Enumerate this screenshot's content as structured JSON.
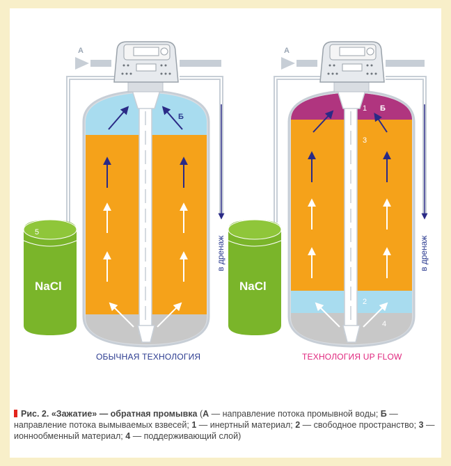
{
  "labels": {
    "a": "А",
    "b": "Б",
    "nacl": "NaCl",
    "drain": "в дренаж",
    "num1": "1",
    "num2": "2",
    "num3": "3",
    "num4": "4",
    "num5": "5"
  },
  "left_system": {
    "title": "ОБЫЧНАЯ ТЕХНОЛОГИЯ"
  },
  "right_system": {
    "title": "ТЕХНОЛОГИЯ UP FLOW"
  },
  "caption": {
    "lead": "Рис. 2. «Зажатие» — обратная промывка",
    "body_1": " (",
    "a": "А",
    "t1": " — направление потока промывной воды; ",
    "b": "Б",
    "t2": " — направление потока вымываемых взвесей; ",
    "n1": "1",
    "t3": " — инертный материал; ",
    "n2": "2",
    "t4": " — свободное пространство; ",
    "n3": "3",
    "t5": " — ионнообменный материал; ",
    "n4": "4",
    "t6": " — поддерживающий слой)"
  },
  "colors": {
    "resin": "#f5a21a",
    "free_space": "#a8dcef",
    "inert": "#b0357f",
    "support": "#c8c8c8",
    "brine_tank": "#7ab52a",
    "arrow_dark": "#2a2a86",
    "left_title": "#2a3a8f",
    "right_title": "#e0257d",
    "pipe": "#c7ced6"
  }
}
